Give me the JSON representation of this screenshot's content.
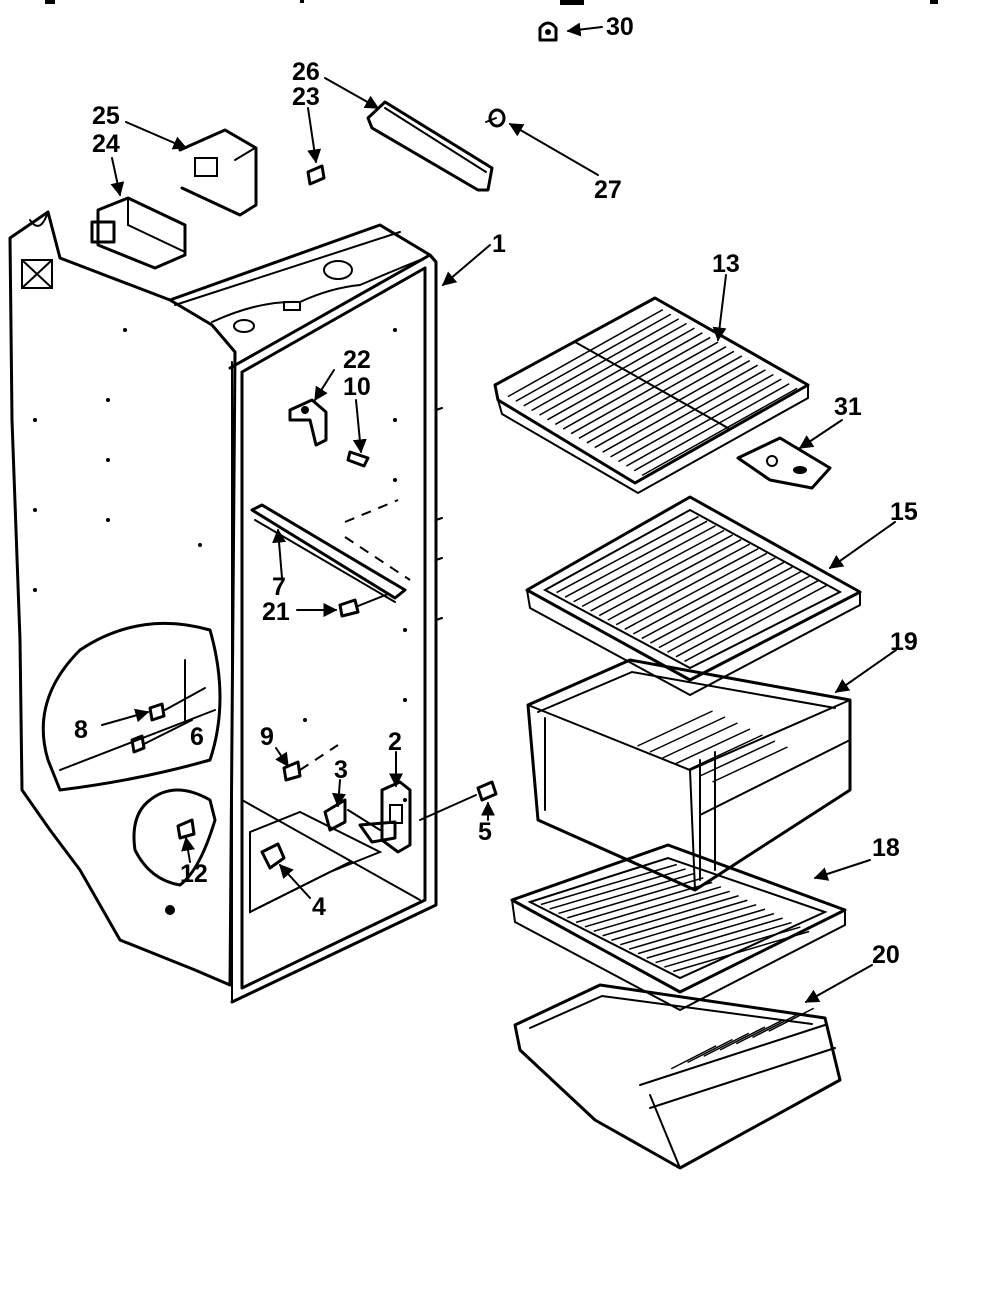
{
  "callouts": {
    "c1": "1",
    "c2": "2",
    "c3": "3",
    "c4": "4",
    "c5": "5",
    "c6": "6",
    "c7": "7",
    "c8": "8",
    "c9": "9",
    "c10": "10",
    "c12": "12",
    "c13": "13",
    "c15": "15",
    "c18": "18",
    "c19": "19",
    "c20": "20",
    "c21": "21",
    "c22": "22",
    "c23": "23",
    "c24": "24",
    "c25": "25",
    "c26": "26",
    "c27": "27",
    "c30": "30",
    "c31": "31"
  }
}
